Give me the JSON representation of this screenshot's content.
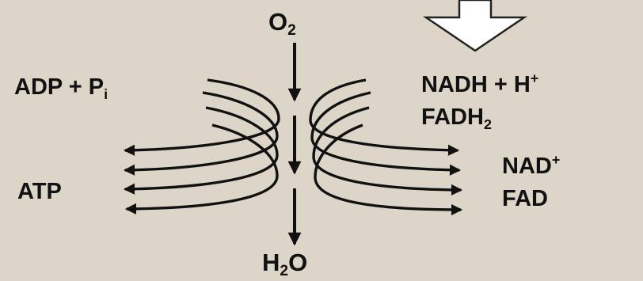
{
  "labels": {
    "o2": {
      "main": "O",
      "sub": "2"
    },
    "h2o": {
      "pre": "H",
      "sub": "2",
      "post": "O"
    },
    "adp": {
      "main": "ADP + P",
      "sub": "i"
    },
    "atp": {
      "main": "ATP"
    },
    "nadh": {
      "main": "NADH + H",
      "sup": "+"
    },
    "fadh2": {
      "main": "FADH",
      "sub": "2"
    },
    "nad": {
      "main": "NAD",
      "sup": "+"
    },
    "fad": {
      "main": "FAD"
    }
  },
  "colors": {
    "background": "#ddd5c8",
    "ink": "#111111",
    "block_arrow_fill": "#ffffff"
  },
  "icons": {
    "top_arrow": "block-arrow-down-icon",
    "oxygen_flow": "arrow-down-icon",
    "left_coils": "curved-arrow-left-icon",
    "right_coils": "curved-arrow-right-icon"
  }
}
